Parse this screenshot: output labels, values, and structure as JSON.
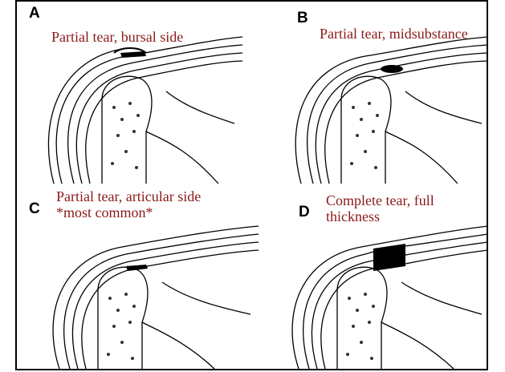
{
  "panels": [
    {
      "letter": "A",
      "caption": "Partial tear, bursal side"
    },
    {
      "letter": "B",
      "caption": "Partial tear, midsubstance"
    },
    {
      "letter": "C",
      "caption": "Partial tear, articular side\n*most common*"
    },
    {
      "letter": "D",
      "caption": "Complete tear, full\nthickness"
    }
  ],
  "colors": {
    "caption": "#8b1a1a",
    "ink": "#000000"
  }
}
